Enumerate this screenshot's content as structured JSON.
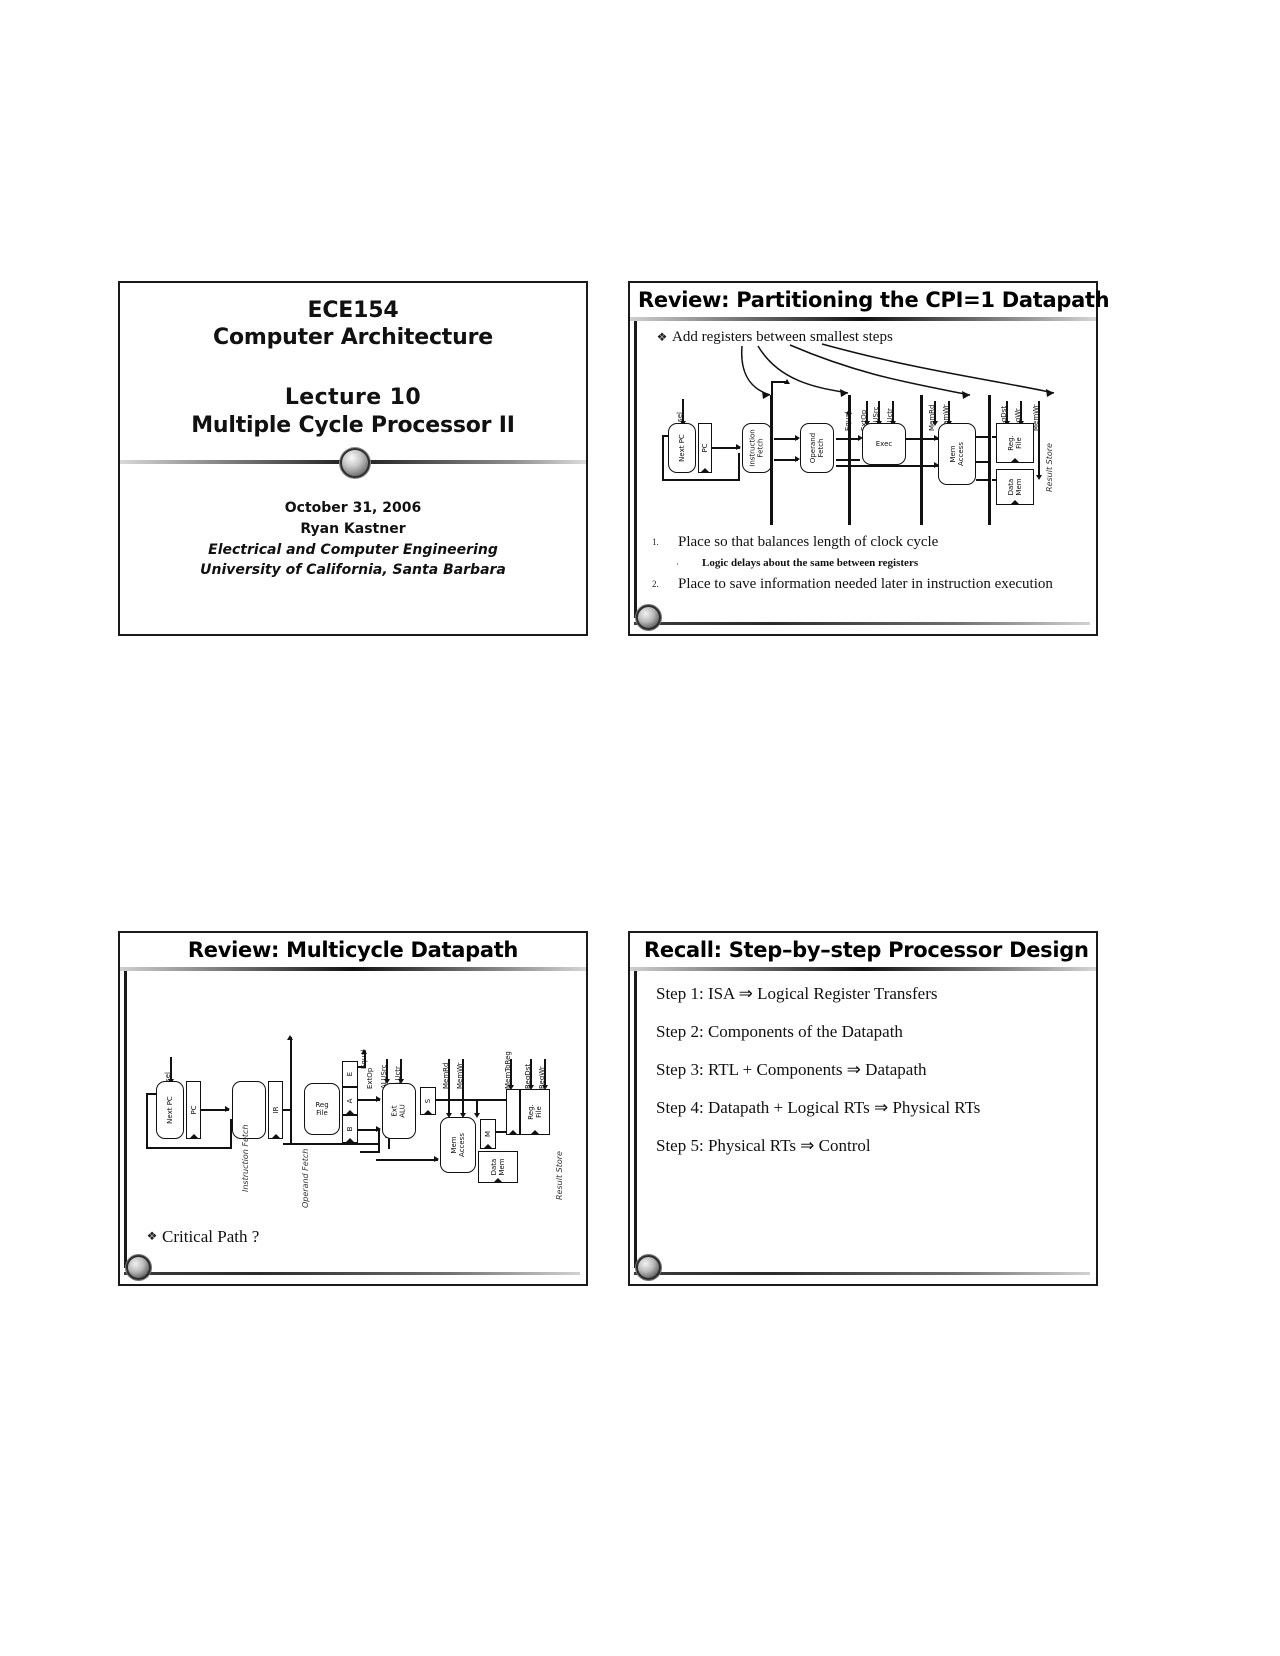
{
  "document": {
    "type": "lecture-slide-handout",
    "slide_count": 4
  },
  "slides": [
    {
      "id": "title-slide",
      "course_number": "ECE154",
      "course_name": "Computer Architecture",
      "lecture_number": "Lecture 10",
      "lecture_title": "Multiple Cycle Processor II",
      "date": "October 31, 2006",
      "presenter": "Ryan Kastner",
      "department": "Electrical and Computer Engineering",
      "institution": "University of California, Santa Barbara"
    },
    {
      "id": "review-partitioning",
      "title": "Review: Partitioning the CPI=1 Datapath",
      "bullets": [
        {
          "mark": "❖",
          "text": "Add registers between smallest steps"
        }
      ],
      "numbered": [
        {
          "num": "1.",
          "text": "Place so that balances length of clock cycle"
        },
        {
          "num": "·",
          "text": "Logic delays about the same between registers",
          "level": 2
        },
        {
          "num": "2.",
          "text": "Place to save information needed later in instruction execution"
        }
      ],
      "diagram": {
        "blocks": [
          "Next PC",
          "PC",
          "Instruction Fetch",
          "Operand Fetch",
          "Exec",
          "Mem Access",
          "Reg. File",
          "Data Mem"
        ],
        "control_signals": [
          "nPC_sel",
          "Equal",
          "ExtOp",
          "ALUSrc",
          "ALUctr",
          "MemRd",
          "MemWr",
          "RegDst",
          "RegWr",
          "MemWr"
        ],
        "stage_labels": [
          "Result Store"
        ]
      }
    },
    {
      "id": "review-multicycle",
      "title": "Review: Multicycle Datapath",
      "bullets": [
        {
          "mark": "❖",
          "text": "Critical Path ?"
        }
      ],
      "diagram": {
        "blocks": [
          "Next PC",
          "PC",
          "IR",
          "Reg File",
          "E",
          "A",
          "B",
          "Ext ALU",
          "S",
          "Mem Access",
          "M",
          "Data Mem",
          "Reg. File"
        ],
        "control_signals": [
          "nPC_sel",
          "Equal",
          "ExtOp",
          "ALUSrc",
          "ALUctr",
          "MemRd",
          "MemWr",
          "MemToReg",
          "RegDst",
          "RegWr"
        ],
        "stage_labels": [
          "Instruction Fetch",
          "Operand Fetch",
          "Result Store"
        ]
      }
    },
    {
      "id": "recall-step-by-step",
      "title": "Recall: Step–by–step Processor Design",
      "steps": [
        "Step 1: ISA ⇒ Logical Register Transfers",
        "Step 2: Components of the Datapath",
        "Step 3: RTL + Components ⇒ Datapath",
        "Step 4: Datapath + Logical RTs ⇒ Physical RTs",
        "Step 5: Physical RTs ⇒ Control"
      ]
    }
  ],
  "colors": {
    "ink": "#111111",
    "rule_dark": "#1b1b1b",
    "rule_light": "#d5d5d5",
    "page_background": "#ffffff"
  }
}
